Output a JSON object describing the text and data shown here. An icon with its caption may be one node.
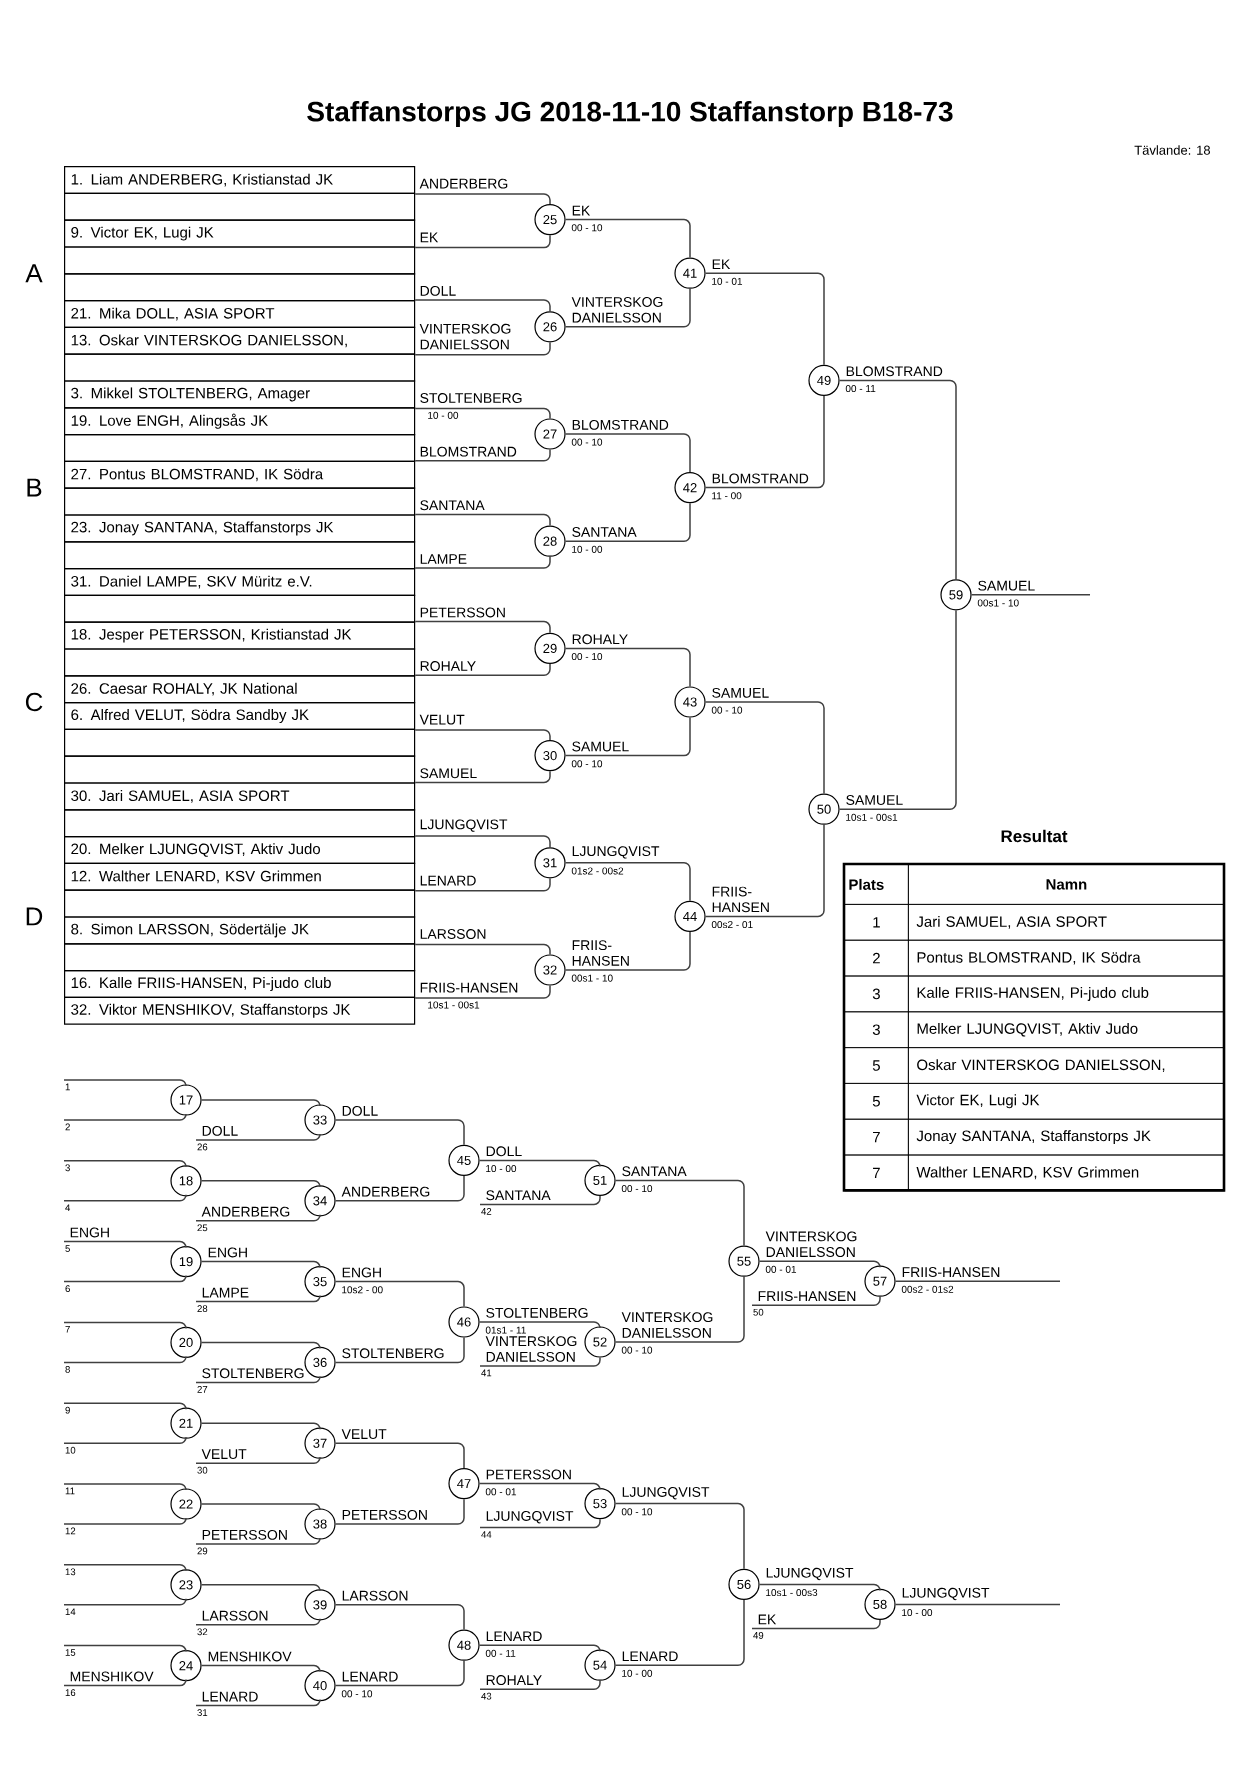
{
  "diagram": {
    "title": "Staffanstorps JG 2018-11-10 Staffanstorp B18-73",
    "nodes": [
      {
        "text": [
          "25"
        ],
        "beside": [
          "00 - 10"
        ]
      },
      {
        "text": [
          "26"
        ]
      },
      {
        "text": [
          "27"
        ],
        "beside": [
          "00 - 10"
        ]
      },
      {
        "text": [
          "28"
        ],
        "beside": [
          "10 - 00"
        ]
      },
      {
        "text": [
          "29"
        ],
        "beside": [
          "00 - 10"
        ]
      },
      {
        "text": [
          "30"
        ],
        "beside": [
          "00 - 10"
        ]
      },
      {
        "text": [
          "31"
        ],
        "beside": [
          "01s2 - 00s2"
        ]
      },
      {
        "text": [
          "32"
        ],
        "beside": [
          "00s1 - 10"
        ]
      },
      {
        "text": [
          "41"
        ],
        "beside": [
          "10 - 01"
        ]
      },
      {
        "text": [
          "42"
        ],
        "beside": [
          "11 - 00"
        ]
      },
      {
        "text": [
          "43"
        ],
        "beside": [
          "00 - 10"
        ]
      },
      {
        "text": [
          "44"
        ],
        "beside": [
          "00s2 - 01"
        ]
      },
      {
        "text": [
          "49"
        ],
        "beside": [
          "00 - 11"
        ]
      },
      {
        "text": [
          "50"
        ],
        "beside": [
          "10s1 - 00s1"
        ]
      },
      {
        "text": [
          "59"
        ],
        "beside": [
          "00s1 - 10"
        ]
      },
      {
        "text": [
          "17"
        ]
      },
      {
        "text": [
          "18"
        ]
      },
      {
        "text": [
          "19"
        ]
      },
      {
        "text": [
          "20"
        ]
      },
      {
        "text": [
          "21"
        ]
      },
      {
        "text": [
          "22"
        ]
      },
      {
        "text": [
          "23"
        ]
      },
      {
        "text": [
          "24"
        ]
      },
      {
        "text": [
          "33"
        ]
      },
      {
        "text": [
          "34"
        ]
      },
      {
        "text": [
          "35"
        ],
        "beside": [
          "10s2 - 00"
        ]
      },
      {
        "text": [
          "36"
        ]
      },
      {
        "text": [
          "37"
        ]
      },
      {
        "text": [
          "38"
        ]
      },
      {
        "text": [
          "39"
        ]
      },
      {
        "text": [
          "40"
        ],
        "beside": [
          "00 - 10"
        ]
      },
      {
        "text": [
          "45"
        ],
        "beside": [
          "10 - 00"
        ]
      },
      {
        "text": [
          "46"
        ],
        "beside": [
          "01s1 - 11"
        ]
      },
      {
        "text": [
          "47"
        ],
        "beside": [
          "00 - 01"
        ]
      },
      {
        "text": [
          "48"
        ],
        "beside": [
          "00 - 11"
        ]
      },
      {
        "text": [
          "51"
        ],
        "beside": [
          "00 - 10"
        ]
      },
      {
        "text": [
          "52"
        ],
        "beside": [
          "00 - 10"
        ]
      },
      {
        "text": [
          "53"
        ],
        "beside": [
          "00 - 10"
        ]
      },
      {
        "text": [
          "54"
        ],
        "beside": [
          "10 - 00"
        ]
      },
      {
        "text": [
          "55"
        ],
        "beside": [
          "00 - 01"
        ]
      },
      {
        "text": [
          "56"
        ],
        "beside": [
          "10s1 - 00s3"
        ]
      },
      {
        "text": [
          "57"
        ],
        "beside": [
          "00s2 - 01s2"
        ]
      },
      {
        "text": [
          "58"
        ],
        "beside": [
          "10 - 00"
        ]
      },
      {
        "text": [
          "1. Liam ANDERBERG, Kristianstad JK"
        ]
      },
      {
        "text": [],
        "shape": "box"
      },
      {
        "text": [
          "9. Victor EK, Lugi JK"
        ]
      },
      {
        "text": [],
        "shape": "box"
      },
      {
        "text": [],
        "shape": "box"
      },
      {
        "text": [
          "21. Mika DOLL, ASIA SPORT"
        ]
      },
      {
        "text": [
          "13. Oskar VINTERSKOG DANIELSSON,"
        ]
      },
      {
        "text": [],
        "shape": "box"
      },
      {
        "text": [
          "3. Mikkel STOLTENBERG, Amager"
        ]
      },
      {
        "text": [
          "19. Love ENGH, Alingsås JK"
        ]
      },
      {
        "text": [],
        "shape": "box"
      },
      {
        "text": [
          "27. Pontus BLOMSTRAND, IK Södra"
        ]
      },
      {
        "text": [],
        "shape": "box"
      },
      {
        "text": [
          "23. Jonay SANTANA, Staffanstorps JK"
        ]
      },
      {
        "text": [],
        "shape": "box"
      },
      {
        "text": [
          "31. Daniel LAMPE, SKV Müritz e.V."
        ]
      },
      {
        "text": [],
        "shape": "box"
      },
      {
        "text": [
          "18. Jesper PETERSSON, Kristianstad JK"
        ]
      },
      {
        "text": [],
        "shape": "box"
      },
      {
        "text": [
          "26. Caesar ROHALY, JK National"
        ]
      },
      {
        "text": [
          "6. Alfred VELUT, Södra Sandby JK"
        ]
      },
      {
        "text": [],
        "shape": "box"
      },
      {
        "text": [],
        "shape": "box"
      },
      {
        "text": [
          "30. Jari SAMUEL, ASIA SPORT"
        ]
      },
      {
        "text": [],
        "shape": "box"
      },
      {
        "text": [
          "20. Melker LJUNGQVIST, Aktiv Judo"
        ]
      },
      {
        "text": [
          "12. Walther LENARD, KSV Grimmen"
        ]
      },
      {
        "text": [],
        "shape": "box"
      },
      {
        "text": [
          "8. Simon LARSSON, Södertälje JK"
        ]
      },
      {
        "text": [],
        "shape": "box"
      },
      {
        "text": [
          "16. Kalle FRIIS-HANSEN, Pi-judo club"
        ]
      },
      {
        "text": [
          "32. Viktor MENSHIKOV, Staffanstorps JK"
        ]
      },
      {
        "text": [
          "1"
        ]
      },
      {
        "text": [
          "2"
        ]
      },
      {
        "text": [
          "3"
        ]
      },
      {
        "text": [
          "4"
        ]
      },
      {
        "text": [
          "5"
        ]
      },
      {
        "text": [
          "6"
        ]
      },
      {
        "text": [
          "7"
        ]
      },
      {
        "text": [
          "8"
        ]
      },
      {
        "text": [
          "9"
        ]
      },
      {
        "text": [
          "10"
        ]
      },
      {
        "text": [
          "11"
        ]
      },
      {
        "text": [
          "12"
        ]
      },
      {
        "text": [
          "13"
        ]
      },
      {
        "text": [
          "14"
        ]
      },
      {
        "text": [
          "15"
        ]
      },
      {
        "text": [
          "16"
        ]
      },
      {
        "text": [
          "26"
        ]
      },
      {
        "text": [
          "25"
        ]
      },
      {
        "text": [
          "28"
        ]
      },
      {
        "text": [
          "27"
        ]
      },
      {
        "text": [
          "30"
        ]
      },
      {
        "text": [
          "29"
        ]
      },
      {
        "text": [
          "32"
        ]
      },
      {
        "text": [
          "31"
        ]
      },
      {
        "text": [
          "42"
        ]
      },
      {
        "text": [
          "41"
        ]
      },
      {
        "text": [
          "44"
        ]
      },
      {
        "text": [
          "43"
        ]
      },
      {
        "text": [
          "50"
        ]
      },
      {
        "text": [
          "49"
        ]
      }
    ],
    "edges": [
      {
        "from": 43,
        "to": 0,
        "arrow": "none",
        "label": "ANDERBERG"
      },
      {
        "from": 45,
        "to": 0,
        "arrow": "none",
        "label": "EK"
      },
      {
        "from": 48,
        "to": 1,
        "arrow": "none",
        "label": "DOLL"
      },
      {
        "from": 49,
        "to": 1,
        "arrow": "none",
        "label": "VINTERSKOG DANIELSSON"
      },
      {
        "from": 51,
        "to": 2,
        "arrow": "none",
        "label": "STOLTENBERG"
      },
      {
        "from": 54,
        "to": 2,
        "arrow": "none",
        "label": "BLOMSTRAND"
      },
      {
        "from": 56,
        "to": 3,
        "arrow": "none",
        "label": "SANTANA"
      },
      {
        "from": 58,
        "to": 3,
        "arrow": "none",
        "label": "LAMPE"
      },
      {
        "from": 60,
        "to": 4,
        "arrow": "none",
        "label": "PETERSSON"
      },
      {
        "from": 62,
        "to": 4,
        "arrow": "none",
        "label": "ROHALY"
      },
      {
        "from": 63,
        "to": 5,
        "arrow": "none",
        "label": "VELUT"
      },
      {
        "from": 66,
        "to": 5,
        "arrow": "none",
        "label": "SAMUEL"
      },
      {
        "from": 68,
        "to": 6,
        "arrow": "none",
        "label": "LJUNGQVIST"
      },
      {
        "from": 69,
        "to": 6,
        "arrow": "none",
        "label": "LENARD"
      },
      {
        "from": 71,
        "to": 7,
        "arrow": "none",
        "label": "LARSSON"
      },
      {
        "from": 73,
        "to": 7,
        "arrow": "none",
        "label": "FRIIS-HANSEN"
      },
      {
        "from": 0,
        "to": 8,
        "arrow": "none",
        "label": "EK"
      },
      {
        "from": 1,
        "to": 8,
        "arrow": "none",
        "label": "VINTERSKOG DANIELSSON"
      },
      {
        "from": 2,
        "to": 9,
        "arrow": "none",
        "label": "BLOMSTRAND"
      },
      {
        "from": 3,
        "to": 9,
        "arrow": "none",
        "label": "SANTANA"
      },
      {
        "from": 4,
        "to": 10,
        "arrow": "none",
        "label": "ROHALY"
      },
      {
        "from": 5,
        "to": 10,
        "arrow": "none",
        "label": "SAMUEL"
      },
      {
        "from": 6,
        "to": 11,
        "arrow": "none",
        "label": "LJUNGQVIST"
      },
      {
        "from": 7,
        "to": 11,
        "arrow": "none",
        "label": "FRIIS-HANSEN"
      },
      {
        "from": 8,
        "to": 12,
        "arrow": "none",
        "label": "EK"
      },
      {
        "from": 9,
        "to": 12,
        "arrow": "none",
        "label": "BLOMSTRAND"
      },
      {
        "from": 10,
        "to": 13,
        "arrow": "none",
        "label": "SAMUEL"
      },
      {
        "from": 11,
        "to": 13,
        "arrow": "none",
        "label": "FRIIS-HANSEN"
      },
      {
        "from": 12,
        "to": 14,
        "arrow": "none",
        "label": "BLOMSTRAND"
      },
      {
        "from": 13,
        "to": 14,
        "arrow": "none",
        "label": "SAMUEL"
      },
      {
        "from": 14,
        "to": null,
        "arrow": "none",
        "label": "SAMUEL"
      },
      {
        "from": 75,
        "to": 15,
        "arrow": "none"
      },
      {
        "from": 76,
        "to": 15,
        "arrow": "none"
      },
      {
        "from": 77,
        "to": 16,
        "arrow": "none"
      },
      {
        "from": 78,
        "to": 16,
        "arrow": "none"
      },
      {
        "from": 79,
        "to": 17,
        "arrow": "none",
        "label": "ENGH"
      },
      {
        "from": 80,
        "to": 17,
        "arrow": "none"
      },
      {
        "from": 81,
        "to": 18,
        "arrow": "none"
      },
      {
        "from": 82,
        "to": 18,
        "arrow": "none"
      },
      {
        "from": 83,
        "to": 19,
        "arrow": "none"
      },
      {
        "from": 84,
        "to": 19,
        "arrow": "none"
      },
      {
        "from": 85,
        "to": 20,
        "arrow": "none"
      },
      {
        "from": 86,
        "to": 20,
        "arrow": "none"
      },
      {
        "from": 87,
        "to": 21,
        "arrow": "none"
      },
      {
        "from": 88,
        "to": 21,
        "arrow": "none"
      },
      {
        "from": 89,
        "to": 22,
        "arrow": "none"
      },
      {
        "from": 90,
        "to": 22,
        "arrow": "none",
        "label": "MENSHIKOV"
      },
      {
        "from": 15,
        "to": 23,
        "arrow": "none"
      },
      {
        "from": 16,
        "to": 24,
        "arrow": "none"
      },
      {
        "from": 17,
        "to": 25,
        "arrow": "none",
        "label": "ENGH"
      },
      {
        "from": 18,
        "to": 26,
        "arrow": "none"
      },
      {
        "from": 19,
        "to": 27,
        "arrow": "none"
      },
      {
        "from": 20,
        "to": 28,
        "arrow": "none"
      },
      {
        "from": 21,
        "to": 29,
        "arrow": "none"
      },
      {
        "from": 22,
        "to": 30,
        "arrow": "none",
        "label": "MENSHIKOV"
      },
      {
        "from": 91,
        "to": 23,
        "arrow": "none",
        "label": "DOLL"
      },
      {
        "from": 92,
        "to": 24,
        "arrow": "none",
        "label": "ANDERBERG"
      },
      {
        "from": 93,
        "to": 25,
        "arrow": "none",
        "label": "LAMPE"
      },
      {
        "from": 94,
        "to": 26,
        "arrow": "none",
        "label": "STOLTENBERG"
      },
      {
        "from": 95,
        "to": 27,
        "arrow": "none",
        "label": "VELUT"
      },
      {
        "from": 96,
        "to": 28,
        "arrow": "none",
        "label": "PETERSSON"
      },
      {
        "from": 97,
        "to": 29,
        "arrow": "none",
        "label": "LARSSON"
      },
      {
        "from": 98,
        "to": 30,
        "arrow": "none",
        "label": "LENARD"
      },
      {
        "from": 23,
        "to": 31,
        "arrow": "none",
        "label": "DOLL"
      },
      {
        "from": 24,
        "to": 31,
        "arrow": "none",
        "label": "ANDERBERG"
      },
      {
        "from": 25,
        "to": 32,
        "arrow": "none",
        "label": "ENGH"
      },
      {
        "from": 26,
        "to": 32,
        "arrow": "none",
        "label": "STOLTENBERG"
      },
      {
        "from": 27,
        "to": 33,
        "arrow": "none",
        "label": "VELUT"
      },
      {
        "from": 28,
        "to": 33,
        "arrow": "none",
        "label": "PETERSSON"
      },
      {
        "from": 29,
        "to": 34,
        "arrow": "none",
        "label": "LARSSON"
      },
      {
        "from": 30,
        "to": 34,
        "arrow": "none",
        "label": "LENARD"
      },
      {
        "from": 31,
        "to": 35,
        "arrow": "none",
        "label": "DOLL"
      },
      {
        "from": 32,
        "to": 36,
        "arrow": "none",
        "label": "STOLTENBERG"
      },
      {
        "from": 33,
        "to": 37,
        "arrow": "none",
        "label": "PETERSSON"
      },
      {
        "from": 34,
        "to": 38,
        "arrow": "none",
        "label": "LENARD"
      },
      {
        "from": 99,
        "to": 35,
        "arrow": "none",
        "label": "SANTANA"
      },
      {
        "from": 100,
        "to": 36,
        "arrow": "none",
        "label": "VINTERSKOG DANIELSSON"
      },
      {
        "from": 101,
        "to": 37,
        "arrow": "none",
        "label": "LJUNGQVIST"
      },
      {
        "from": 102,
        "to": 38,
        "arrow": "none",
        "label": "ROHALY"
      },
      {
        "from": 35,
        "to": 39,
        "arrow": "none",
        "label": "SANTANA"
      },
      {
        "from": 36,
        "to": 39,
        "arrow": "none",
        "label": "VINTERSKOG DANIELSSON"
      },
      {
        "from": 37,
        "to": 40,
        "arrow": "none",
        "label": "LJUNGQVIST"
      },
      {
        "from": 38,
        "to": 40,
        "arrow": "none",
        "label": "LENARD"
      },
      {
        "from": 39,
        "to": 41,
        "arrow": "none",
        "label": "VINTERSKOG DANIELSSON"
      },
      {
        "from": 40,
        "to": 42,
        "arrow": "none",
        "label": "LJUNGQVIST"
      },
      {
        "from": 103,
        "to": 41,
        "arrow": "none",
        "label": "FRIIS-HANSEN"
      },
      {
        "from": 104,
        "to": 42,
        "arrow": "none",
        "label": "EK"
      },
      {
        "from": 41,
        "to": null,
        "arrow": "none",
        "label": "FRIIS-HANSEN"
      },
      {
        "from": 42,
        "to": null,
        "arrow": "none",
        "label": "LJUNGQVIST"
      }
    ],
    "labels": [
      "Tävlande: 18",
      "A",
      "B",
      "C",
      "D",
      "10 - 00",
      "10s1 - 00s1",
      "Resultat",
      "Plats",
      "Namn",
      "1",
      "Jari SAMUEL, ASIA SPORT",
      "2",
      "Pontus BLOMSTRAND, IK Södra",
      "3",
      "Kalle FRIIS-HANSEN, Pi-judo club",
      "3",
      "Melker LJUNGQVIST, Aktiv Judo",
      "5",
      "Oskar VINTERSKOG DANIELSSON,",
      "5",
      "Victor EK, Lugi JK",
      "7",
      "Jonay SANTANA, Staffanstorps JK",
      "7",
      "Walther LENARD, KSV Grimmen"
    ]
  }
}
